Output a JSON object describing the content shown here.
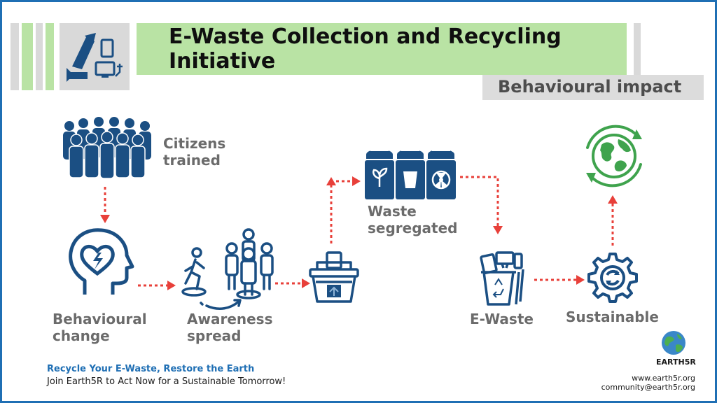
{
  "header": {
    "title": "E-Waste Collection and Recycling Initiative",
    "subtitle": "Behavioural impact"
  },
  "steps": [
    {
      "label_lines": [
        "Citizens",
        "trained"
      ],
      "icon": "people-crowd-icon"
    },
    {
      "label_lines": [
        "Behavioural",
        "change"
      ],
      "icon": "head-heart-icon"
    },
    {
      "label_lines": [
        "Awareness",
        "spread"
      ],
      "icon": "people-walking-icon"
    },
    {
      "label_lines": [],
      "icon": "collection-basket-icon"
    },
    {
      "label_lines": [
        "Waste",
        "segregated"
      ],
      "icon": "segregation-bins-icon"
    },
    {
      "label_lines": [
        "E-Waste"
      ],
      "icon": "ewaste-bin-icon"
    },
    {
      "label_lines": [
        "Sustainable"
      ],
      "icon": "recycle-gear-icon"
    },
    {
      "label_lines": [],
      "icon": "globe-cycle-icon"
    }
  ],
  "footer": {
    "slogan_line1": "Recycle Your E-Waste, Restore the Earth",
    "slogan_line2": "Join Earth5R to Act Now for a Sustainable Tomorrow!",
    "brand": "EARTH5R",
    "website": "www.earth5r.org",
    "email": "community@earth5r.org"
  },
  "colors": {
    "icon_blue": "#1b4f83",
    "arrow_red": "#e8403a",
    "green": "#3fa34d",
    "title_band": "#b9e3a4",
    "frame_blue": "#1f6fb4"
  }
}
